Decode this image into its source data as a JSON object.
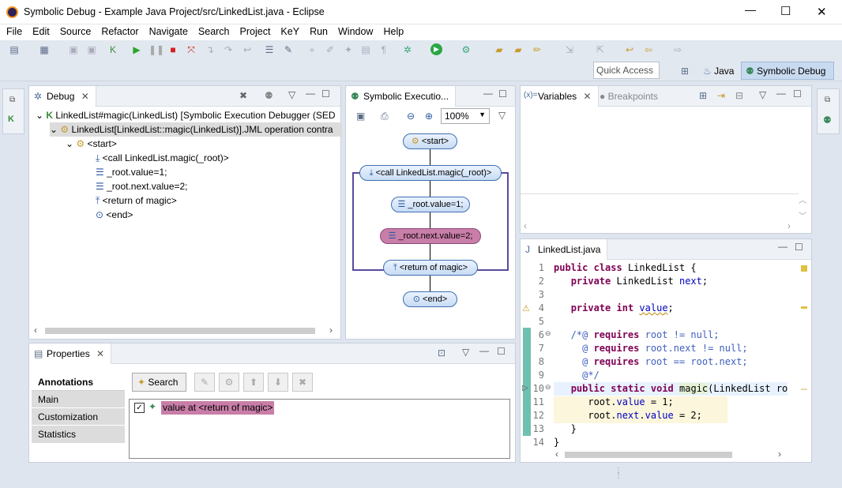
{
  "window": {
    "title": "Symbolic Debug - Example Java Project/src/LinkedList.java - Eclipse",
    "min": "—",
    "max": "☐",
    "close": "✕"
  },
  "menu": [
    "File",
    "Edit",
    "Source",
    "Refactor",
    "Navigate",
    "Search",
    "Project",
    "KeY",
    "Run",
    "Window",
    "Help"
  ],
  "quick_access": {
    "placeholder": "Quick Access"
  },
  "perspectives": [
    {
      "label": "Java"
    },
    {
      "label": "Symbolic Debug"
    }
  ],
  "debug": {
    "tab": "Debug",
    "rows": [
      "LinkedList#magic(LinkedList) [Symbolic Execution Debugger (SED",
      "LinkedList[LinkedList::magic(LinkedList)].JML operation contra",
      "<start>",
      "<call LinkedList.magic(_root)>",
      "_root.value=1;",
      "_root.next.value=2;",
      "<return of magic>",
      "<end>"
    ]
  },
  "setree": {
    "tab": "Symbolic Executio...",
    "zoom": "100%",
    "nodes": [
      "<start>",
      "<call LinkedList.magic(_root)>",
      "_root.value=1;",
      "_root.next.value=2;",
      "<return of magic>",
      "<end>"
    ]
  },
  "variables": {
    "tab": "Variables",
    "tab2": "Breakpoints"
  },
  "editor": {
    "tab": "LinkedList.java",
    "line_numbers": [
      "1",
      "2",
      "3",
      "4",
      "5",
      "6",
      "7",
      "8",
      "9",
      "10",
      "11",
      "12",
      "13",
      "14"
    ]
  },
  "properties": {
    "tab": "Properties",
    "categories": [
      "Annotations",
      "Main",
      "Customization",
      "Statistics"
    ],
    "search_button": "Search",
    "annotation": "value at <return of magic>"
  },
  "colors": {
    "highlight": "#c87ea8",
    "accent": "#3f6fb0"
  }
}
